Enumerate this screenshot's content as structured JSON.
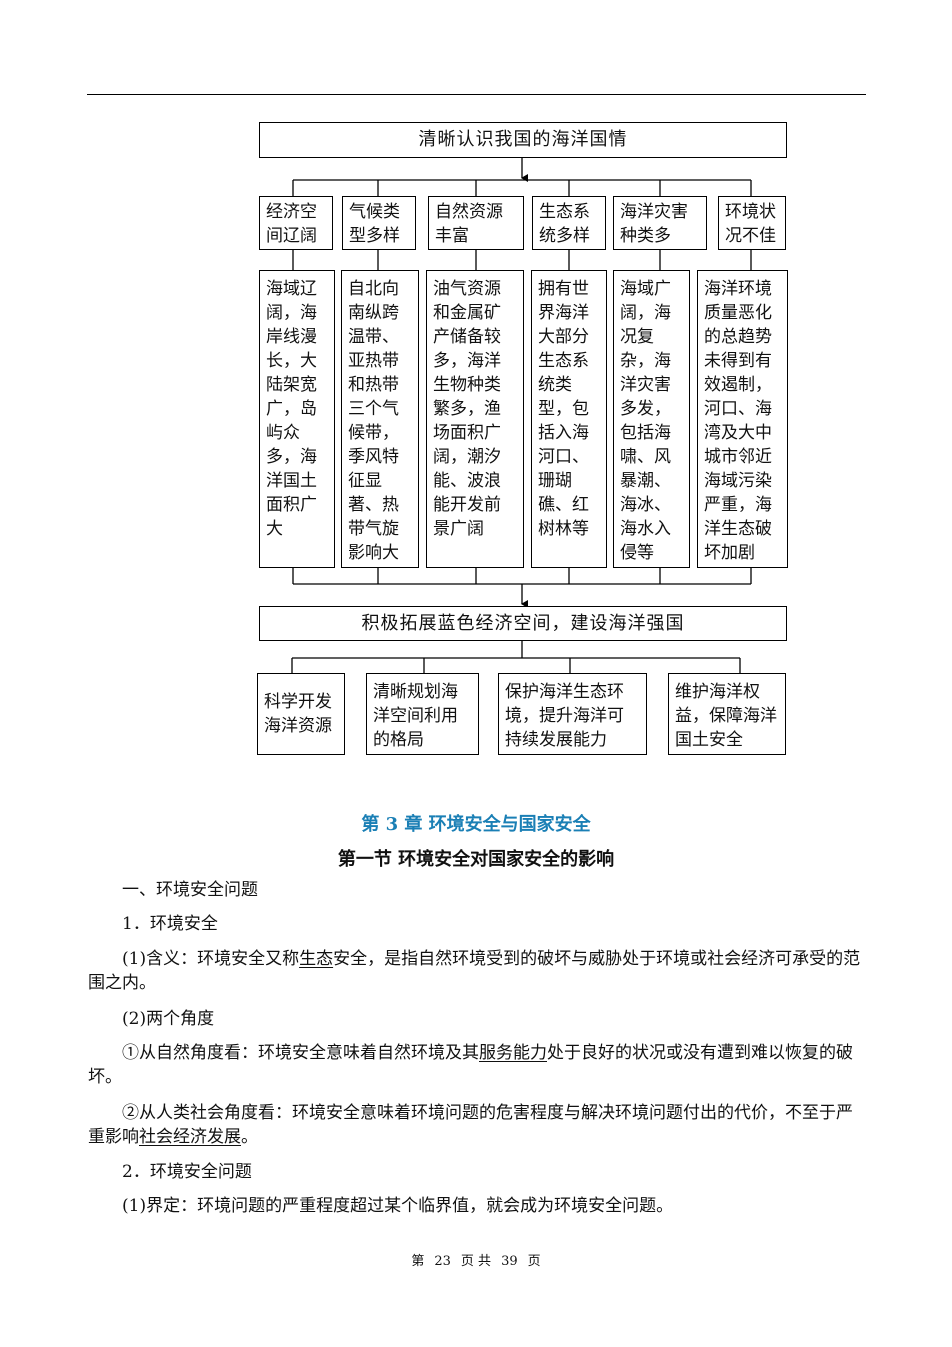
{
  "diagram": {
    "top_title": "清晰认识我国的海洋国情",
    "categories": [
      {
        "head": "经济空间辽阔",
        "detail": "海域辽阔，海岸线漫长，大陆架宽广，岛屿众多，海洋国土面积广大"
      },
      {
        "head": "气候类型多样",
        "detail": "自北向南纵跨温带、亚热带和热带三个气候带，季风特征显著、热带气旋影响大"
      },
      {
        "head": "自然资源丰富",
        "detail": "油气资源和金属矿产储备较多，海洋生物种类繁多，渔场面积广阔，潮汐能、波浪能开发前景广阔"
      },
      {
        "head": "生态系统多样",
        "detail": "拥有世界海洋大部分生态系统类型，包括入海河口、珊瑚礁、红树林等"
      },
      {
        "head": "海洋灾害种类多",
        "detail": "海域广阔，海况复杂，海洋灾害多发，包括海啸、风暴潮、海冰、海水入侵等"
      },
      {
        "head": "环境状况不佳",
        "detail": "海洋环境质量恶化的总趋势未得到有效遏制，河口、海湾及大中城市邻近海域污染严重，海洋生态破坏加剧"
      }
    ],
    "middle_title": "积极拓展蓝色经济空间，建设海洋强国",
    "actions": [
      "科学开发海洋资源",
      "清晰规划海洋空间利用的格局",
      "保护海洋生态环境，提升海洋可持续发展能力",
      "维护海洋权益，保障海洋国土安全"
    ]
  },
  "chapter_title": "第 3 章  环境安全与国家安全",
  "section_title": "第一节    环境安全对国家安全的影响",
  "content": {
    "h1": "一、环境安全问题",
    "h1_1": "1．环境安全",
    "p1_a": "(1)含义：环境安全又称",
    "p1_u": "生态",
    "p1_b": "安全，是指自然环境受到的破坏与威胁处于环境或社会经济可承受的范围之内。",
    "p2": "(2)两个角度",
    "p3_a": "①从自然角度看：环境安全意味着自然环境及其",
    "p3_u": "服务能力",
    "p3_b": "处于良好的状况或没有遭到难以恢复的破坏。",
    "p4_a": "②从人类社会角度看：环境安全意味着环境问题的危害程度与解决环境问题付出的代价，不至于严重影响",
    "p4_u": "社会经济发展",
    "p4_b": "。",
    "h1_2": "2．环境安全问题",
    "p5": "(1)界定：环境问题的严重程度超过某个临界值，就会成为环境安全问题。"
  },
  "footer": {
    "prefix": "第",
    "page": "23",
    "mid": "页  共",
    "total": "39",
    "suffix": "页"
  }
}
